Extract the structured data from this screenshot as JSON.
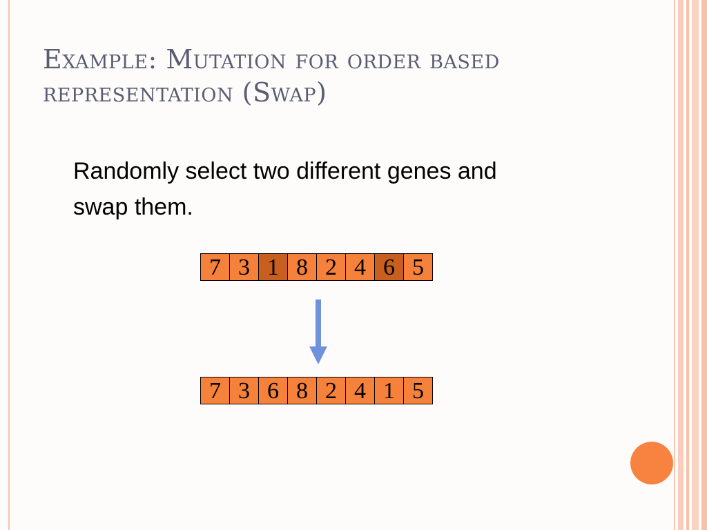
{
  "title": "Example: Mutation for order based representation (Swap)",
  "body_text": "Randomly select two different genes and swap them.",
  "diagram": {
    "before": [
      "7",
      "3",
      "1",
      "8",
      "2",
      "4",
      "6",
      "5"
    ],
    "before_highlighted_indices": [
      2,
      6
    ],
    "after": [
      "7",
      "3",
      "6",
      "8",
      "2",
      "4",
      "1",
      "5"
    ]
  },
  "colors": {
    "gene_fill": "#f5813a",
    "gene_highlight": "#c95f1e",
    "arrow": "#6f92dc",
    "title": "#5a5c72",
    "accent_circle": "#f8823f"
  }
}
